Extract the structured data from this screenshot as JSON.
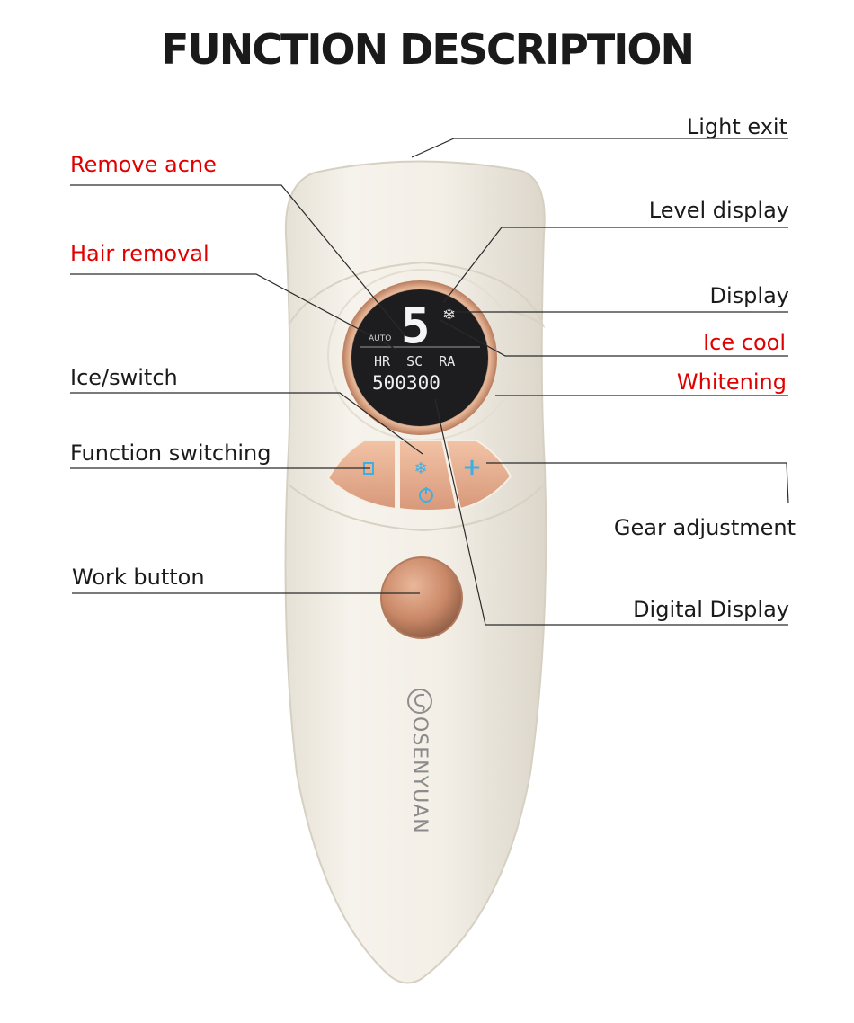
{
  "title": "FUNCTION DESCRIPTION",
  "labels": {
    "light_exit": "Light exit",
    "remove_acne": "Remove acne",
    "level_display": "Level display",
    "hair_removal": "Hair removal",
    "display": "Display",
    "ice_cool": "Ice cool",
    "whitening": "Whitening",
    "ice_switch": "Ice/switch",
    "function_switching": "Function switching",
    "gear_adjustment": "Gear adjustment",
    "work_button": "Work button",
    "digital_display": "Digital Display"
  },
  "lcd": {
    "level": "5",
    "auto": "AUTO",
    "modes": "HR  SC  RA",
    "count": "500300"
  },
  "brand": "OSENYUAN",
  "colors": {
    "highlight": "#e00000",
    "device_body": "#f1ede4",
    "copper": "#d99c7d",
    "lcd": "#1d1d1f",
    "icon_blue": "#3ab0e6"
  }
}
